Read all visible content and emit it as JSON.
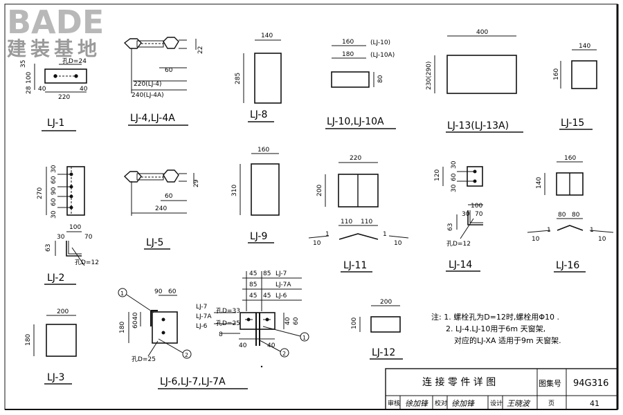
{
  "logo": {
    "brand": "BADE",
    "subtitle": "建装基地"
  },
  "parts": {
    "lj1": {
      "label": "LJ-1",
      "dims": [
        "35",
        "100",
        "28",
        "40",
        "220",
        "40"
      ],
      "hole": "孔D=24"
    },
    "lj4": {
      "label": "LJ-4,LJ-4A",
      "dims": [
        "22",
        "60",
        "220(LJ-4)",
        "240(LJ-4A)"
      ]
    },
    "lj8": {
      "label": "LJ-8",
      "dims": [
        "140",
        "285"
      ]
    },
    "lj10": {
      "label": "LJ-10,LJ-10A",
      "dims": [
        "160",
        "(LJ-10)",
        "180",
        "(LJ-10A)",
        "80"
      ]
    },
    "lj13": {
      "label": "LJ-13(LJ-13A)",
      "dims": [
        "400",
        "230(290)"
      ]
    },
    "lj15": {
      "label": "LJ-15",
      "dims": [
        "140",
        "160"
      ]
    },
    "lj2": {
      "label": "LJ-2",
      "dims": [
        "30",
        "60",
        "90",
        "60",
        "30",
        "270",
        "100",
        "30",
        "70",
        "63"
      ],
      "hole": "孔D=12"
    },
    "lj5": {
      "label": "LJ-5",
      "dims": [
        "29",
        "60",
        "240"
      ]
    },
    "lj9": {
      "label": "LJ-9",
      "dims": [
        "160",
        "310"
      ]
    },
    "lj11": {
      "label": "LJ-11",
      "dims": [
        "220",
        "200",
        "110",
        "110",
        "1",
        "10",
        "1",
        "10"
      ]
    },
    "lj14": {
      "label": "LJ-14",
      "dims": [
        "30",
        "60",
        "30",
        "120",
        "100",
        "30",
        "70",
        "63"
      ],
      "hole": "孔D=12"
    },
    "lj16": {
      "label": "LJ-16",
      "dims": [
        "160",
        "140",
        "80",
        "80",
        "10",
        "1",
        "1",
        "10"
      ]
    },
    "lj3": {
      "label": "LJ-3",
      "dims": [
        "200",
        "180"
      ]
    },
    "lj6": {
      "label": "LJ-6,LJ-7,LJ-7A",
      "dims": [
        "90",
        "60",
        "40",
        "60",
        "180"
      ],
      "hole": "孔D=25",
      "callouts": [
        "1",
        "2"
      ]
    },
    "lj67": {
      "rows": [
        {
          "a": "45",
          "b": "85",
          "tag": "LJ-7"
        },
        {
          "a": "85",
          "b": "",
          "tag": "LJ-7A"
        },
        {
          "a": "45",
          "b": "45",
          "tag": "LJ-6"
        }
      ],
      "left_labels": [
        "LJ-7",
        "LJ-7A",
        "LJ-6"
      ],
      "left_holes": [
        "孔D=33",
        "孔D=25"
      ],
      "dims": [
        "40",
        "40",
        "40",
        "60",
        "8"
      ],
      "callouts": [
        "1",
        "2"
      ]
    },
    "lj12": {
      "label": "LJ-12",
      "dims": [
        "200",
        "100"
      ]
    }
  },
  "notes": {
    "line1": "注: 1. 螺栓孔为D=12时,螺栓用Φ10 .",
    "line2": "2. LJ-4.LJ-10用于6m 天窗架,",
    "line3": "对应的LJ-XA 适用于9m 天窗架."
  },
  "titleblock": {
    "title": "连 接 零 件 详 图",
    "atlas_label": "图集号",
    "atlas_no": "94G316",
    "review": "审核",
    "review_sig": "徐加锋",
    "check": "校对",
    "check_sig": "徐加锋",
    "design": "设计",
    "design_sig": "王晓波",
    "page_label": "页",
    "page_no": "41"
  }
}
